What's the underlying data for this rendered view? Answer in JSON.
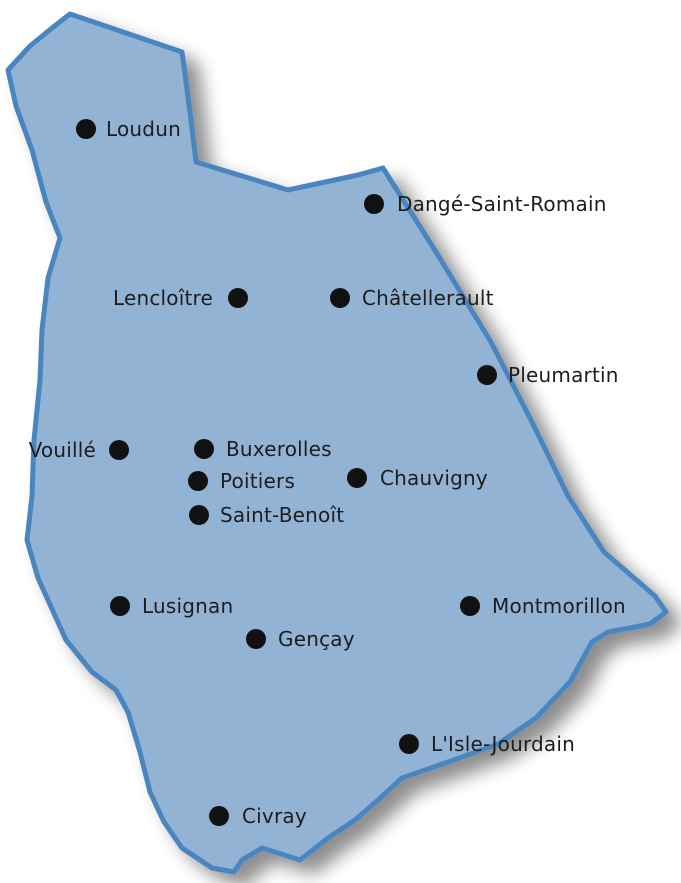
{
  "map": {
    "fill_color": "#93b3d4",
    "border_color": "#4a86c0",
    "dot_color": "#111111",
    "label_color": "#1d1d1d",
    "cities": [
      {
        "id": "loudun",
        "name": "Loudun"
      },
      {
        "id": "dange-saint-romain",
        "name": "Dangé-Saint-Romain"
      },
      {
        "id": "lencloitre",
        "name": "Lencloître"
      },
      {
        "id": "chatellerault",
        "name": "Châtellerault"
      },
      {
        "id": "pleumartin",
        "name": "Pleumartin"
      },
      {
        "id": "vouille",
        "name": "Vouillé"
      },
      {
        "id": "buxerolles",
        "name": "Buxerolles"
      },
      {
        "id": "poitiers",
        "name": "Poitiers"
      },
      {
        "id": "chauvigny",
        "name": "Chauvigny"
      },
      {
        "id": "saint-benoit",
        "name": "Saint-Benoît"
      },
      {
        "id": "lusignan",
        "name": "Lusignan"
      },
      {
        "id": "montmorillon",
        "name": "Montmorillon"
      },
      {
        "id": "gencay",
        "name": "Gençay"
      },
      {
        "id": "lisle-jourdain",
        "name": "L'Isle-Jourdain"
      },
      {
        "id": "civray",
        "name": "Civray"
      }
    ]
  }
}
